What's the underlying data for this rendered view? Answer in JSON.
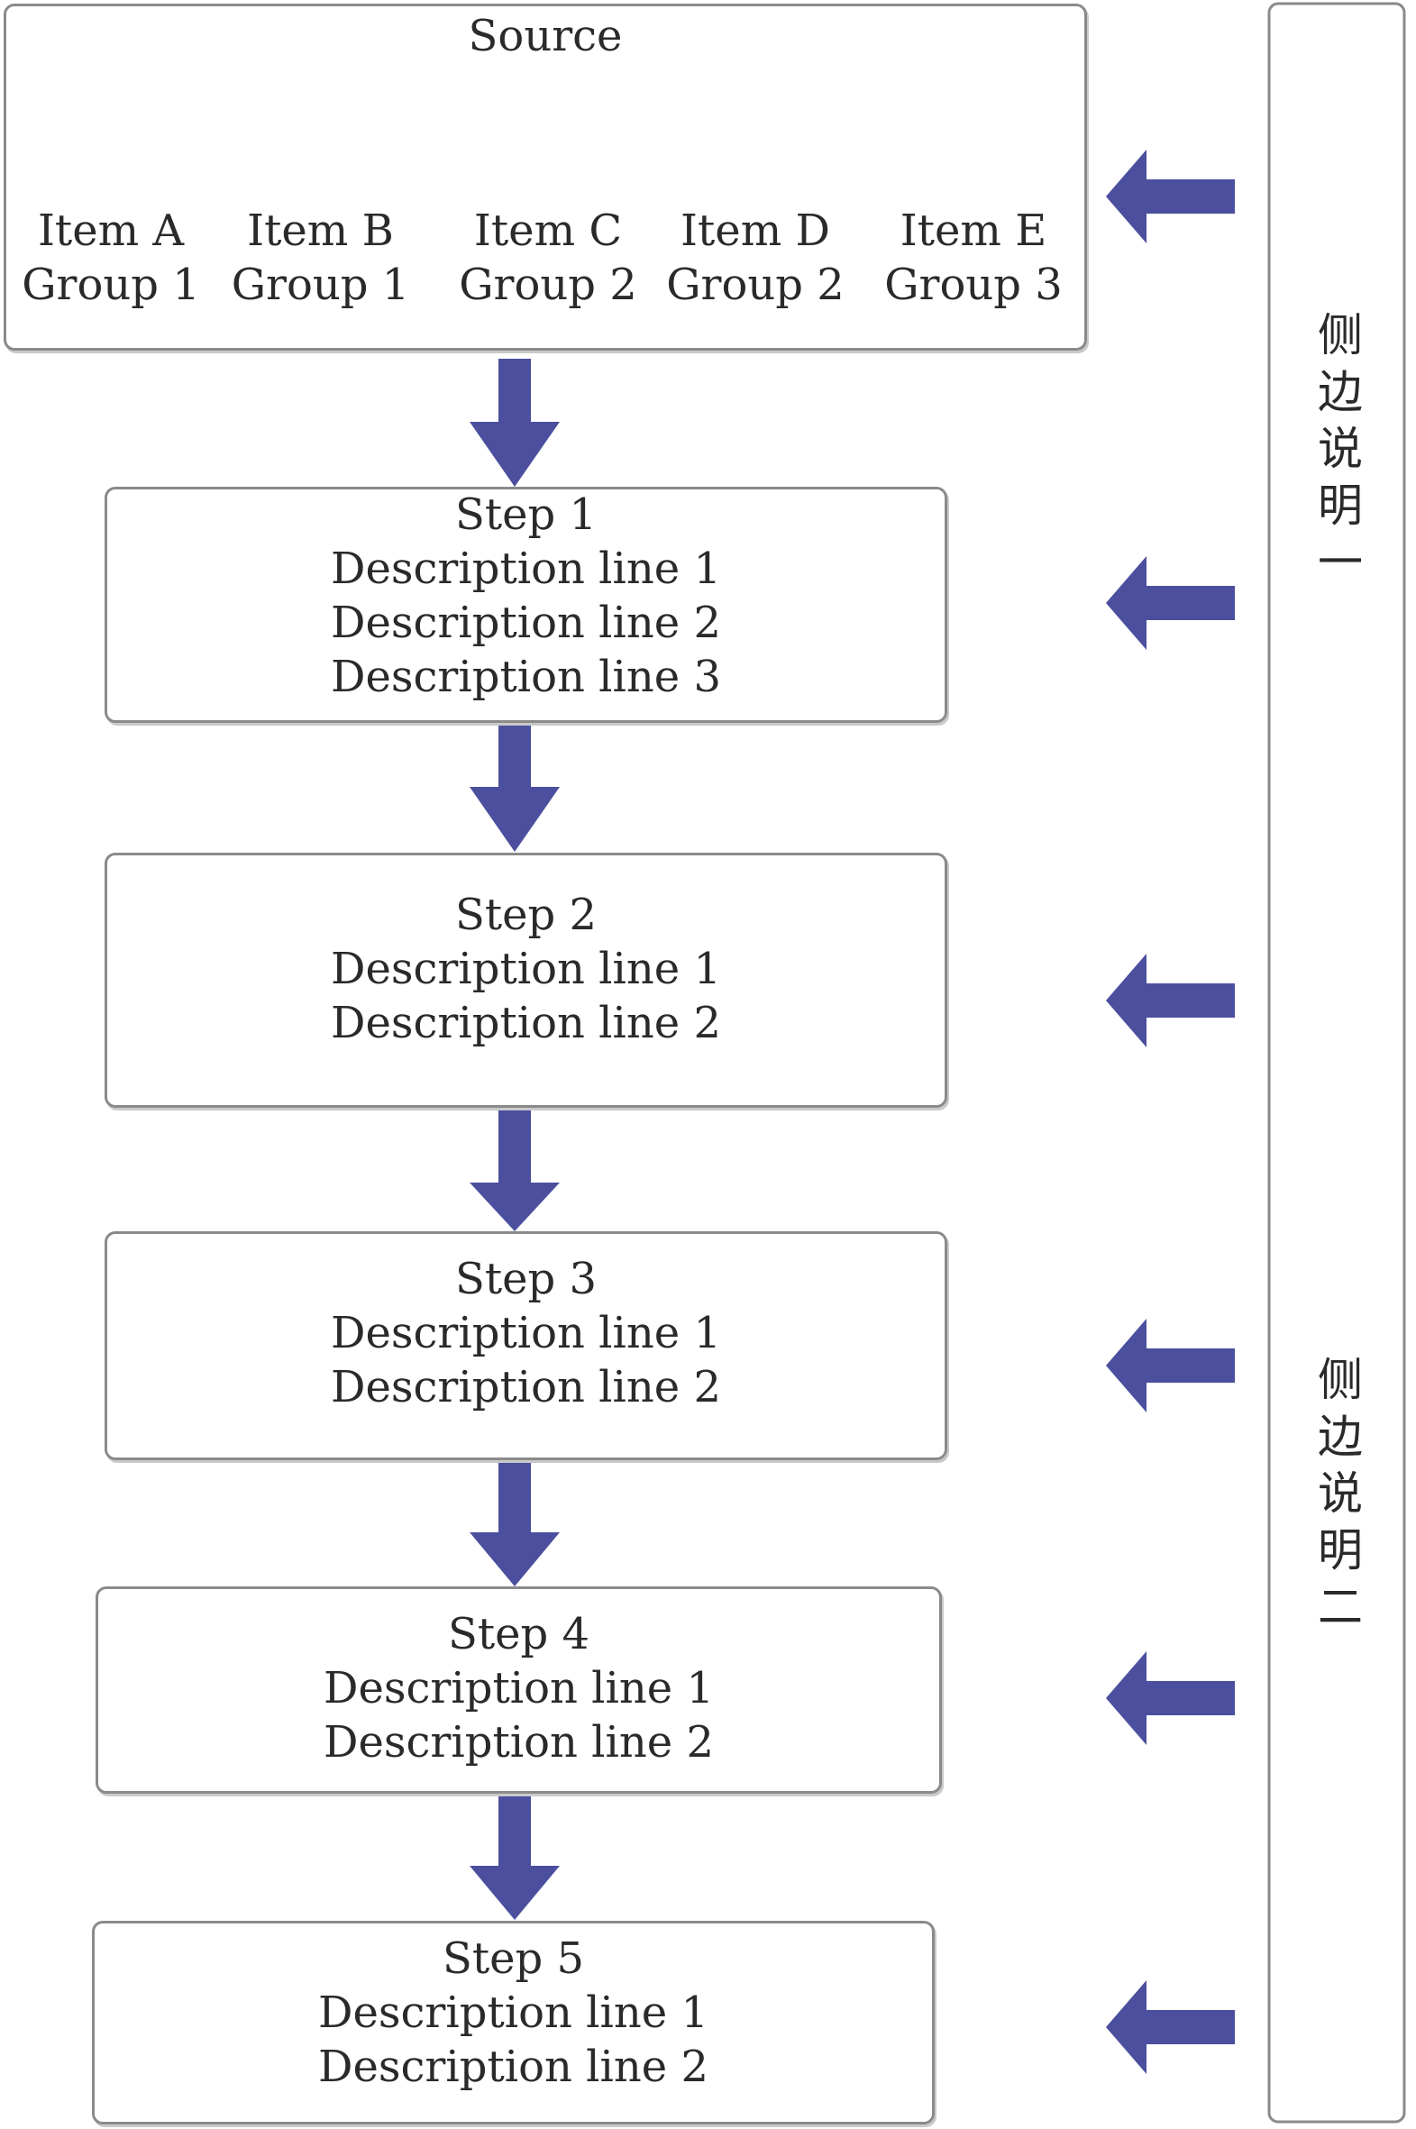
{
  "data_source": {
    "title": "Source",
    "items": [
      {
        "line1": "Item A",
        "line2": "Group 1"
      },
      {
        "line1": "Item B",
        "line2": "Group 1"
      },
      {
        "line1": "Item C",
        "line2": "Group 2"
      },
      {
        "line1": "Item D",
        "line2": "Group 2"
      },
      {
        "line1": "Item E",
        "line2": "Group 3"
      }
    ]
  },
  "steps": [
    {
      "title": "Step 1",
      "lines": [
        "Description line 1",
        "Description line 2",
        "Description line 3"
      ]
    },
    {
      "title": "Step 2",
      "lines": [
        "Description line 1",
        "Description line 2"
      ]
    },
    {
      "title": "Step 3",
      "lines": [
        "Description line 1",
        "Description line 2"
      ]
    },
    {
      "title": "Step 4",
      "lines": [
        "Description line 1",
        "Description line 2"
      ]
    },
    {
      "title": "Step 5",
      "lines": [
        "Description line 1",
        "Description line 2"
      ]
    }
  ],
  "side_panel": {
    "top_text": "侧边说明一",
    "bottom_text": "侧边说明二"
  },
  "colors": {
    "arrow": "#4b4f9e",
    "border": "#8a8a8a",
    "text": "#2a2a2a"
  }
}
